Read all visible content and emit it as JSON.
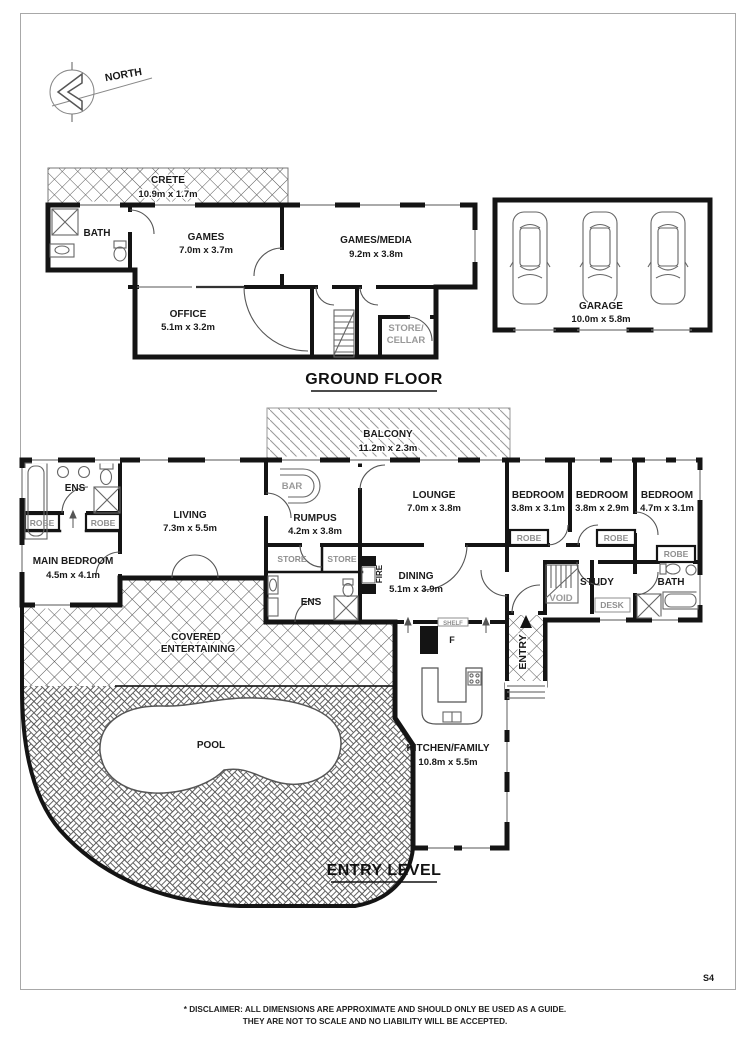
{
  "page": {
    "sheet_code": "S4",
    "disclaimer_line1": "* DISCLAIMER: ALL DIMENSIONS ARE APPROXIMATE AND SHOULD ONLY BE USED AS A GUIDE.",
    "disclaimer_line2": "THEY ARE NOT TO SCALE AND NO LIABILITY WILL BE ACCEPTED."
  },
  "compass": {
    "label": "NORTH"
  },
  "ground_floor": {
    "title": "GROUND FLOOR",
    "crete": {
      "name": "CRETE",
      "dims": "10.9m x 1.7m"
    },
    "bath": {
      "name": "BATH"
    },
    "games": {
      "name": "GAMES",
      "dims": "7.0m x 3.7m"
    },
    "games_media": {
      "name": "GAMES/MEDIA",
      "dims": "9.2m x 3.8m"
    },
    "office": {
      "name": "OFFICE",
      "dims": "5.1m x 3.2m"
    },
    "store_cellar": {
      "line1": "STORE/",
      "line2": "CELLAR"
    },
    "garage": {
      "name": "GARAGE",
      "dims": "10.0m x 5.8m"
    }
  },
  "entry_level": {
    "title": "ENTRY LEVEL",
    "balcony": {
      "name": "BALCONY",
      "dims": "11.2m x 2.3m"
    },
    "ens_main": {
      "name": "ENS"
    },
    "robe_main_left": {
      "name": "ROBE"
    },
    "robe_main_right": {
      "name": "ROBE"
    },
    "main_bedroom": {
      "name": "MAIN BEDROOM",
      "dims": "4.5m x 4.1m"
    },
    "living": {
      "name": "LIVING",
      "dims": "7.3m x 5.5m"
    },
    "bar": {
      "name": "BAR"
    },
    "rumpus": {
      "name": "RUMPUS",
      "dims": "4.2m x 3.8m"
    },
    "store_left": {
      "name": "STORE"
    },
    "store_right": {
      "name": "STORE"
    },
    "fire": {
      "name": "FIRE"
    },
    "ens_pool": {
      "name": "ENS"
    },
    "lounge": {
      "name": "LOUNGE",
      "dims": "7.0m x 3.8m"
    },
    "dining": {
      "name": "DINING",
      "dims": "5.1m x 3.9m"
    },
    "bedroom1": {
      "name": "BEDROOM",
      "dims": "3.8m x 3.1m"
    },
    "bedroom2": {
      "name": "BEDROOM",
      "dims": "3.8m x 2.9m"
    },
    "bedroom3": {
      "name": "BEDROOM",
      "dims": "4.7m x 3.1m"
    },
    "robe1": {
      "name": "ROBE"
    },
    "robe2": {
      "name": "ROBE"
    },
    "robe3": {
      "name": "ROBE"
    },
    "study": {
      "name": "STUDY"
    },
    "desk": {
      "name": "DESK"
    },
    "void": {
      "name": "VOID"
    },
    "bath": {
      "name": "BATH"
    },
    "entry": {
      "name": "ENTRY"
    },
    "shelf": {
      "name": "SHELF"
    },
    "fridge": {
      "name": "F"
    },
    "covered_entertaining": {
      "line1": "COVERED",
      "line2": "ENTERTAINING"
    },
    "pool": {
      "name": "POOL"
    },
    "kitchen_family": {
      "name": "KITCHEN/FAMILY",
      "dims": "10.8m x 5.5m"
    }
  },
  "colors": {
    "wall": "#141414",
    "label": "#1a1a1a",
    "gray_label": "#8f8f8f",
    "hatch_line": "#555555",
    "page_border": "#a0a0a0"
  }
}
